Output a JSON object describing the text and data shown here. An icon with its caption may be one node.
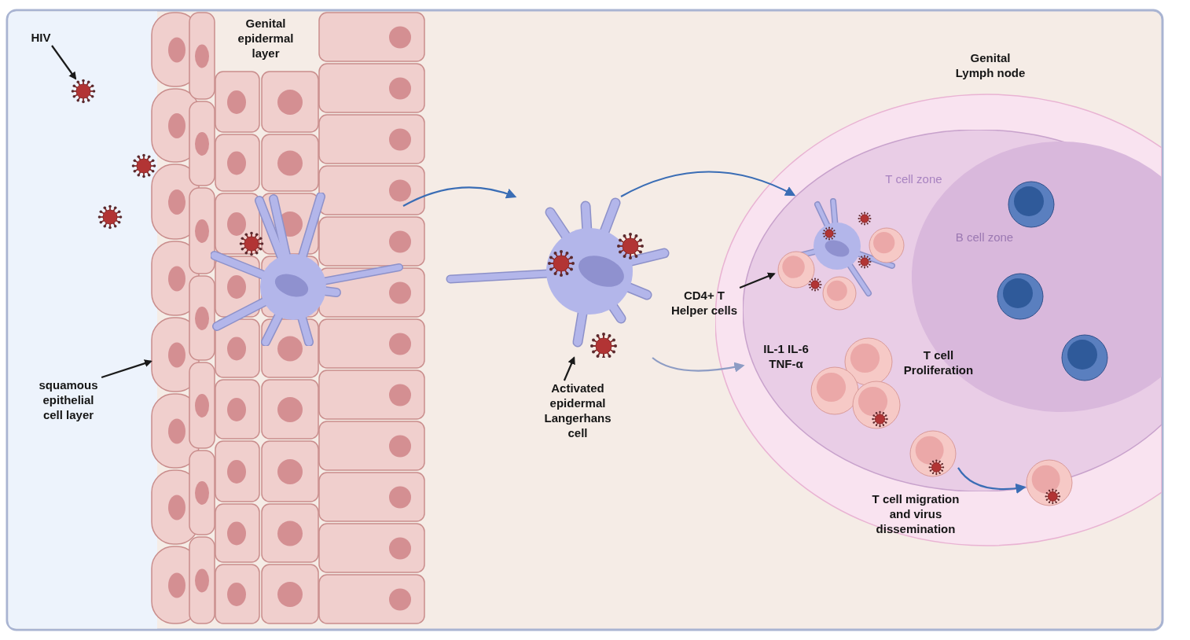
{
  "diagram": {
    "nodes": [
      {
        "text": [
          "HIV"
        ]
      },
      {
        "text": [],
        "shape": "picture"
      },
      {
        "text": [
          "squamous epithelial cell layer"
        ]
      },
      {
        "text": [],
        "shape": "picture"
      },
      {
        "text": [],
        "shape": "picture"
      },
      {
        "text": [],
        "shape": "picture"
      },
      {
        "text": [
          "Activated epidermal Langerhans cell"
        ]
      },
      {
        "text": [
          "Genital Lymph node"
        ]
      },
      {
        "text": [
          "T cell zone"
        ],
        "in": 7
      },
      {
        "text": [
          "B cell zone"
        ],
        "in": 8
      },
      {
        "text": [],
        "shape": "picture",
        "in": 8
      },
      {
        "text": [
          "CD4+ T Helper cells"
        ]
      },
      {
        "text": [],
        "shape": "picture",
        "in": 8
      },
      {
        "text": [],
        "shape": "picture",
        "in": 7
      }
    ],
    "edges": [
      {
        "from": 0,
        "to": 1,
        "arrow": "to"
      },
      {
        "from": 2,
        "to": 3,
        "arrow": "to"
      },
      {
        "from": 4,
        "to": 5,
        "arrow": "to",
        "color": "#3a6db5"
      },
      {
        "from": 5,
        "to": 10,
        "arrow": "to",
        "color": "#3a6db5"
      },
      {
        "from": 5,
        "to": 8,
        "arrow": "to",
        "color": "#8d9cc4"
      },
      {
        "from": 6,
        "to": 5,
        "arrow": "to"
      },
      {
        "from": 11,
        "to": 10,
        "arrow": "to"
      },
      {
        "from": 12,
        "to": 13,
        "arrow": "to",
        "color": "#3a6db5"
      }
    ],
    "labels": [
      "Genital epidermal layer",
      "IL-1 IL-6 TNF-α",
      "T cell Proliferation",
      "T cell migration and virus dissemination"
    ]
  }
}
